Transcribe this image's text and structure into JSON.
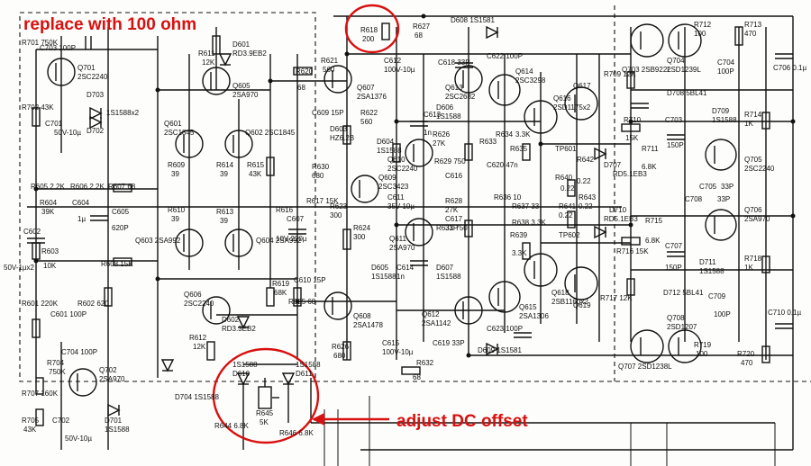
{
  "annotations": {
    "replace_note": "replace with 100 ohm",
    "adjust_note": "adjust DC offset",
    "highlight_color": "#d81010"
  },
  "labels": {
    "r701": "R701 750K",
    "c703": "C703 100P",
    "q701": "Q701",
    "q701t": "2SC2240",
    "r702": "R702 43K",
    "c701": "C701",
    "c701v": "50V-10µ",
    "d703": "D703",
    "d703t": "1S1588x2",
    "d702": "D702",
    "r611": "R611",
    "r611v": "12K",
    "d601": "D601",
    "d601t": "RD3.9EB2",
    "q605": "Q605",
    "q605t": "2SA970",
    "r620": "R620",
    "r620v": "68",
    "r621": "R621",
    "r621v": "560",
    "q607": "Q607",
    "q607t": "2SA1376",
    "r618": "R618",
    "r618v": "200",
    "r627": "R627",
    "r627v": "68",
    "c612": "C612",
    "c612v": "100V-10µ",
    "d608": "D608 1S1581",
    "c618": "C618 33P",
    "c622": "C622 100P",
    "q614": "Q614",
    "q614t": "2SC3298",
    "q616": "Q616",
    "q616t": "2SD1175x2",
    "q617": "Q617",
    "r709": "R709 12K",
    "q703": "Q703 2SB922L",
    "q704": "Q704",
    "q704t": "2SD1239L",
    "r712": "R712",
    "r712v": "100",
    "r713": "R713",
    "r713v": "470",
    "c704": "C704",
    "c704v": "100P",
    "c706": "C706 0.1µ",
    "r601": "R601",
    "r601t": "2SC1845",
    "q601": "Q601",
    "r609": "R609",
    "r609v": "39",
    "r610": "R610",
    "r610v": "39",
    "c609": "C609 15P",
    "d603": "D603",
    "d603t": "HZ6.2B",
    "r626": "R626",
    "r626v": "27K",
    "d606": "D606",
    "d606t": "1S1588",
    "r615": "R615",
    "r615v": "43K",
    "q602": "Q602 2SC1845",
    "r630": "R630",
    "r630v": "680",
    "r629": "R629 750",
    "c613": "C613",
    "c613v": "1n",
    "r634": "R634",
    "r634v": "3.3K",
    "r635": "R635",
    "tp601": "TP601",
    "r640": "R640",
    "r640v": "0.22",
    "r642": "R642",
    "r642v": "0.22",
    "r710": "R710",
    "r710v": "15K",
    "c703b": "C703",
    "c703bv": "150P",
    "d707": "D707",
    "d707t": "RD5.1EB3",
    "r711": "R711",
    "r711v": "6.8K",
    "d708": "D708 5BL41",
    "d709": "D709",
    "d709t": "1S1588",
    "r714": "R714",
    "r714v": "1K",
    "q705": "Q705",
    "q705t": "2SC2240",
    "c705": "C705",
    "c705v": "33P",
    "r605": "R605 2.2K",
    "r606": "R606 2.2K",
    "r607": "R607 68",
    "r604": "R604",
    "r604v": "39K",
    "c604": "C604",
    "c604v": "1µ",
    "c605": "C605",
    "c605v": "620P",
    "r603": "R603",
    "r603v": "10K",
    "c602": "C602",
    "c602v": "50V-1µx2",
    "r608": "R608 15K",
    "q603": "Q603 2SA992",
    "r613": "R613",
    "r613v": "39",
    "r614": "R614",
    "r614v": "39",
    "q604": "Q604 2SA992",
    "r616": "R616",
    "r616v": "10V-220µ",
    "c607": "C607",
    "r617": "R617 15K",
    "r623": "R623",
    "r623v": "300",
    "r624": "R624",
    "r624v": "300",
    "q609": "Q609",
    "q609t": "2SC3423",
    "q610": "Q610",
    "q610t": "2SC2240",
    "c611": "C611",
    "c611v": "35V-10µ",
    "c616": "C616",
    "r628": "R628",
    "r628v": "27K",
    "c617": "C617",
    "c617v": "33P",
    "r631": "R631 750",
    "c620": "C620 47n",
    "r636": "R636 10",
    "r637": "R637 33",
    "r638": "R638 3.3K",
    "r639": "R639",
    "r639v": "3.3K",
    "tp602": "TP602",
    "r641": "R641",
    "r641v": "0.22",
    "r643": "R643",
    "r643v": "0.22",
    "d710": "D710",
    "d710t": "RD5.1EB3",
    "r715": "R715",
    "r715v": "6.8K",
    "r716": "R716 15K",
    "c707": "C707",
    "c707v": "150P",
    "c708": "C708",
    "c708v": "33P",
    "q706": "Q706",
    "q706t": "2SA970",
    "d711": "D711",
    "d711t": "1S1588",
    "r718": "R718",
    "r718v": "1K",
    "c614": "C614",
    "c614v": "1n",
    "r619": "R619",
    "r619v": "68K",
    "c610": "C610 15P",
    "r625": "R625 68",
    "q606": "Q606",
    "q606t": "2SC2240",
    "r602": "R602 620",
    "r601b": "R601 220K",
    "c601": "C601 100P",
    "c704b": "C704 100P",
    "r704": "R704",
    "r704v": "750K",
    "q702": "Q702",
    "q702t": "2SA970",
    "r707": "R707 160K",
    "r705": "R705",
    "r705v": "43K",
    "c702": "C702",
    "c702v": "50V-10µ",
    "d701": "D701",
    "d701t": "1S1588",
    "d704": "D704 1S1588",
    "d602": "D602",
    "d602t": "RD3.3EB2",
    "r612": "R612",
    "r612v": "12K",
    "q608": "Q608",
    "q608t": "2SA1478",
    "r626b": "R626",
    "r626bv": "680",
    "q612": "Q612",
    "q612t": "2SA1142",
    "c619": "C619 33P",
    "q615": "Q615",
    "q615t": "2SA1306",
    "c623": "C623 100P",
    "q618": "Q618",
    "q618t": "2SB1160x2",
    "q619": "Q619",
    "r717": "R717 12K",
    "d712": "D712 5BL41",
    "c709": "C709",
    "c709v": "100P",
    "q707": "Q707 2SD1238L",
    "q708": "Q708",
    "q708t": "2SD1207",
    "r719": "R719",
    "r719v": "100",
    "r720": "R720",
    "r720v": "470",
    "c710": "C710 0.1µ",
    "d609": "D609 1S1581",
    "c615": "C615",
    "c615v": "100V-10µ",
    "r632": "R632",
    "r632v": "68",
    "d610": "D610",
    "d610t": "1S1588",
    "d611": "D611",
    "d611t": "1S1588",
    "r645": "R645",
    "r645v": "5K",
    "r644": "R644 6.8K",
    "r646": "R646 6.8K",
    "d605": "D605",
    "d605t": "1S1588",
    "d607": "D607",
    "d607t": "1S1588",
    "r633": "R633",
    "r622": "R622",
    "r622v": "560",
    "q611": "Q611",
    "q611t": "2SA970",
    "q613": "Q613",
    "q613t": "2SC2682",
    "d604": "D604",
    "d604t": "1S1588"
  }
}
